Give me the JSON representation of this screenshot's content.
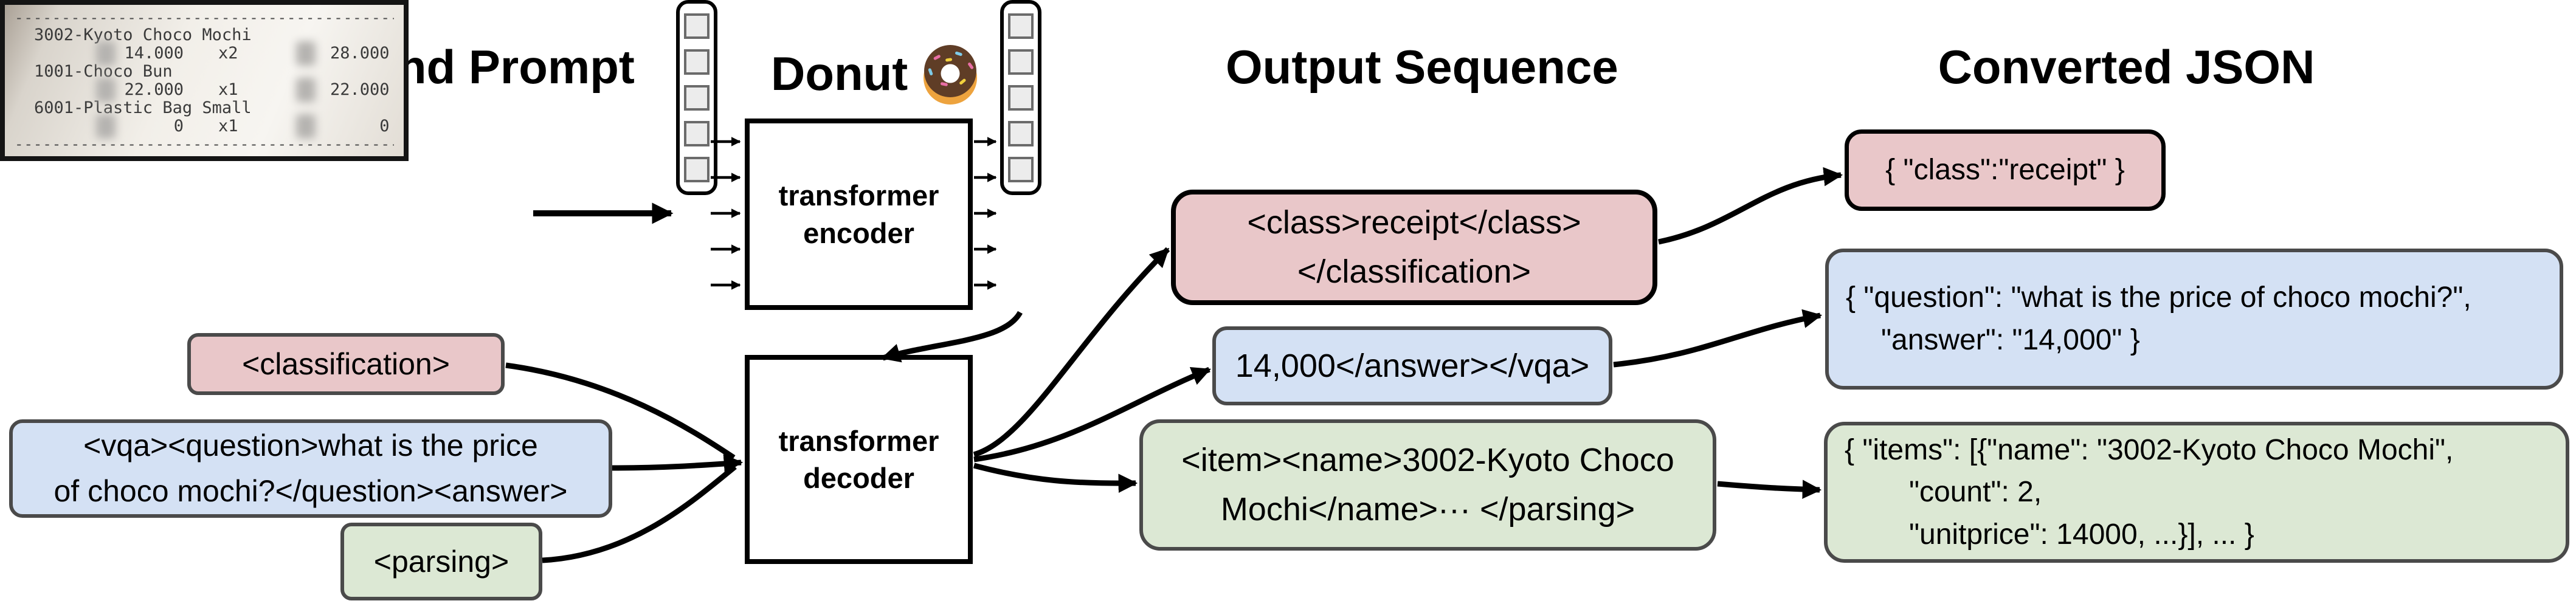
{
  "titles": {
    "input": "Input Image and Prompt",
    "model": "Donut",
    "output": "Output Sequence",
    "json": "Converted JSON"
  },
  "colors": {
    "pink": "#e9c7c9",
    "blue": "#d4e1f4",
    "green": "#dce8d4",
    "stroke_gray": "#4a4a4a",
    "arrow": "#000000"
  },
  "receipt": {
    "divider": "------------------------------------------------------------",
    "items": [
      {
        "name": "3002-Kyoto Choco Mochi",
        "price": "14.000",
        "qty": "x2",
        "total": "28.000"
      },
      {
        "name": "1001-Choco Bun",
        "price": "22.000",
        "qty": "x1",
        "total": "22.000"
      },
      {
        "name": "6001-Plastic Bag Small",
        "price": "0",
        "qty": "x1",
        "total": "0"
      }
    ]
  },
  "model": {
    "encoder_line1": "transformer",
    "encoder_line2": "encoder",
    "decoder_line1": "transformer",
    "decoder_line2": "decoder"
  },
  "prompts": {
    "classification": "<classification>",
    "vqa_line1": "<vqa><question>what is the price",
    "vqa_line2": "of choco mochi?</question><answer>",
    "parsing": "<parsing>"
  },
  "outputs": {
    "classification_line1": "<class>receipt</class>",
    "classification_line2": "</classification>",
    "vqa": "14,000</answer></vqa>",
    "parsing_line1": "<item><name>3002-Kyoto Choco",
    "parsing_line2": "Mochi</name>··· </parsing>"
  },
  "converted_json": {
    "classification": "{ \"class\":\"receipt\" }",
    "vqa_line1": "{ \"question\": \"what is the price of choco mochi?\",",
    "vqa_line2": "\"answer\": \"14,000\" }",
    "parsing_line1": "{ \"items\": [{\"name\": \"3002-Kyoto Choco Mochi\",",
    "parsing_line2": "\"count\": 2,",
    "parsing_line3": "\"unitprice\": 14000, ...}], ... }"
  }
}
